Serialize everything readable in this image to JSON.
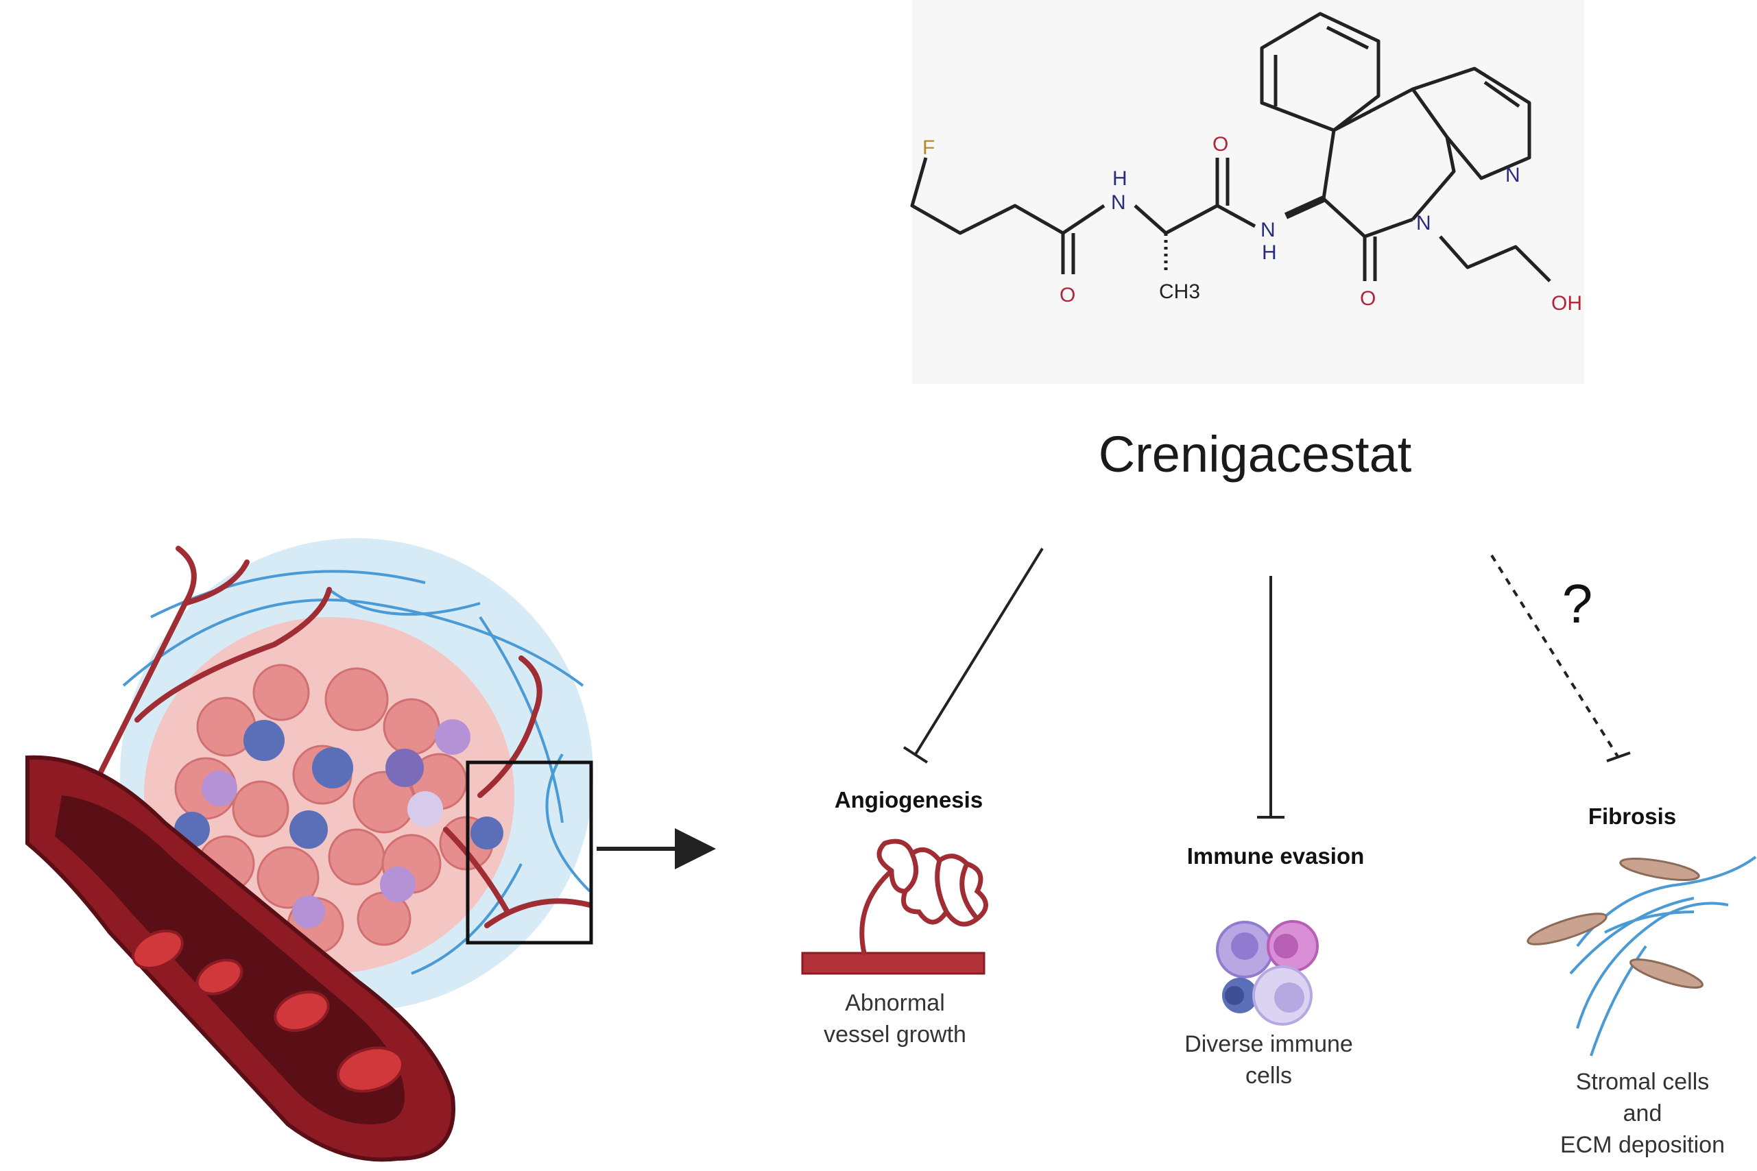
{
  "compound": {
    "name": "Crenigacestat",
    "atoms": {
      "F": "F",
      "NH_top": "H",
      "N1": "N",
      "O1": "O",
      "CH3": "CH3",
      "O2": "O",
      "N2": "N",
      "NH_bottom": "H",
      "O3": "O",
      "N_ring": "N",
      "N_pyridine": "N",
      "OH": "OH"
    }
  },
  "effects": [
    {
      "title": "Angiogenesis",
      "subtitle_lines": [
        "Abnormal",
        "vessel growth"
      ],
      "inhibition": "solid"
    },
    {
      "title": "Immune evasion",
      "subtitle_lines": [
        "Diverse immune",
        "cells"
      ],
      "inhibition": "solid"
    },
    {
      "title": "Fibrosis",
      "subtitle_lines": [
        "Stromal cells",
        "and",
        "ECM deposition"
      ],
      "inhibition": "dashed",
      "mark": "?"
    }
  ],
  "colors": {
    "vessel": "#8e1b24",
    "vessel_dark": "#5a0f16",
    "rbc": "#d1383b",
    "tumor_cell": "#e89090",
    "immune_blue": "#5a6fb8",
    "immune_purple": "#b592d6",
    "ecm_fiber": "#4a9ad6",
    "stroma_fill": "#cfe7f3",
    "fibroblast": "#c9a38f"
  }
}
